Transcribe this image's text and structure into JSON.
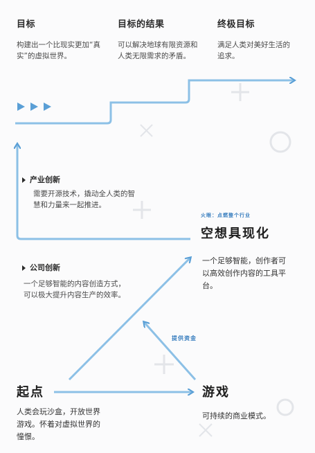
{
  "goals": [
    {
      "title": "目标",
      "desc": "构建出一个比现实更加“真实”的虚拟世界。"
    },
    {
      "title": "目标的结果",
      "desc": "可以解决地球有限资源和人类无限需求的矛盾。"
    },
    {
      "title": "终极目标",
      "desc": "满足人类对美好生活的追求。"
    }
  ],
  "industry_innovation": {
    "title": "产业创新",
    "desc": "需要开源技术，撬动全人类的智慧和力量来一起推进。"
  },
  "company_innovation": {
    "title": "公司创新",
    "desc": "一个足够智能的内容创造方式，可以极大提升内容生产的效率。"
  },
  "fantasy": {
    "label": "火眼：点燃整个行业",
    "title": "空想具现化",
    "desc": "一个足够智能，创作者可以高效创作内容的工具平台。"
  },
  "start": {
    "title": "起点",
    "desc": "人类会玩沙盒，开放世界游戏。怀着对虚拟世界的憧憬。"
  },
  "game": {
    "title": "游戏",
    "desc": "可持续的商业模式。"
  },
  "funding_label": "提供资金",
  "colors": {
    "arrow": "#7fb6e0",
    "arrow_dark": "#5a9fd6",
    "text": "#222222",
    "decor": "#e4e6ea"
  }
}
